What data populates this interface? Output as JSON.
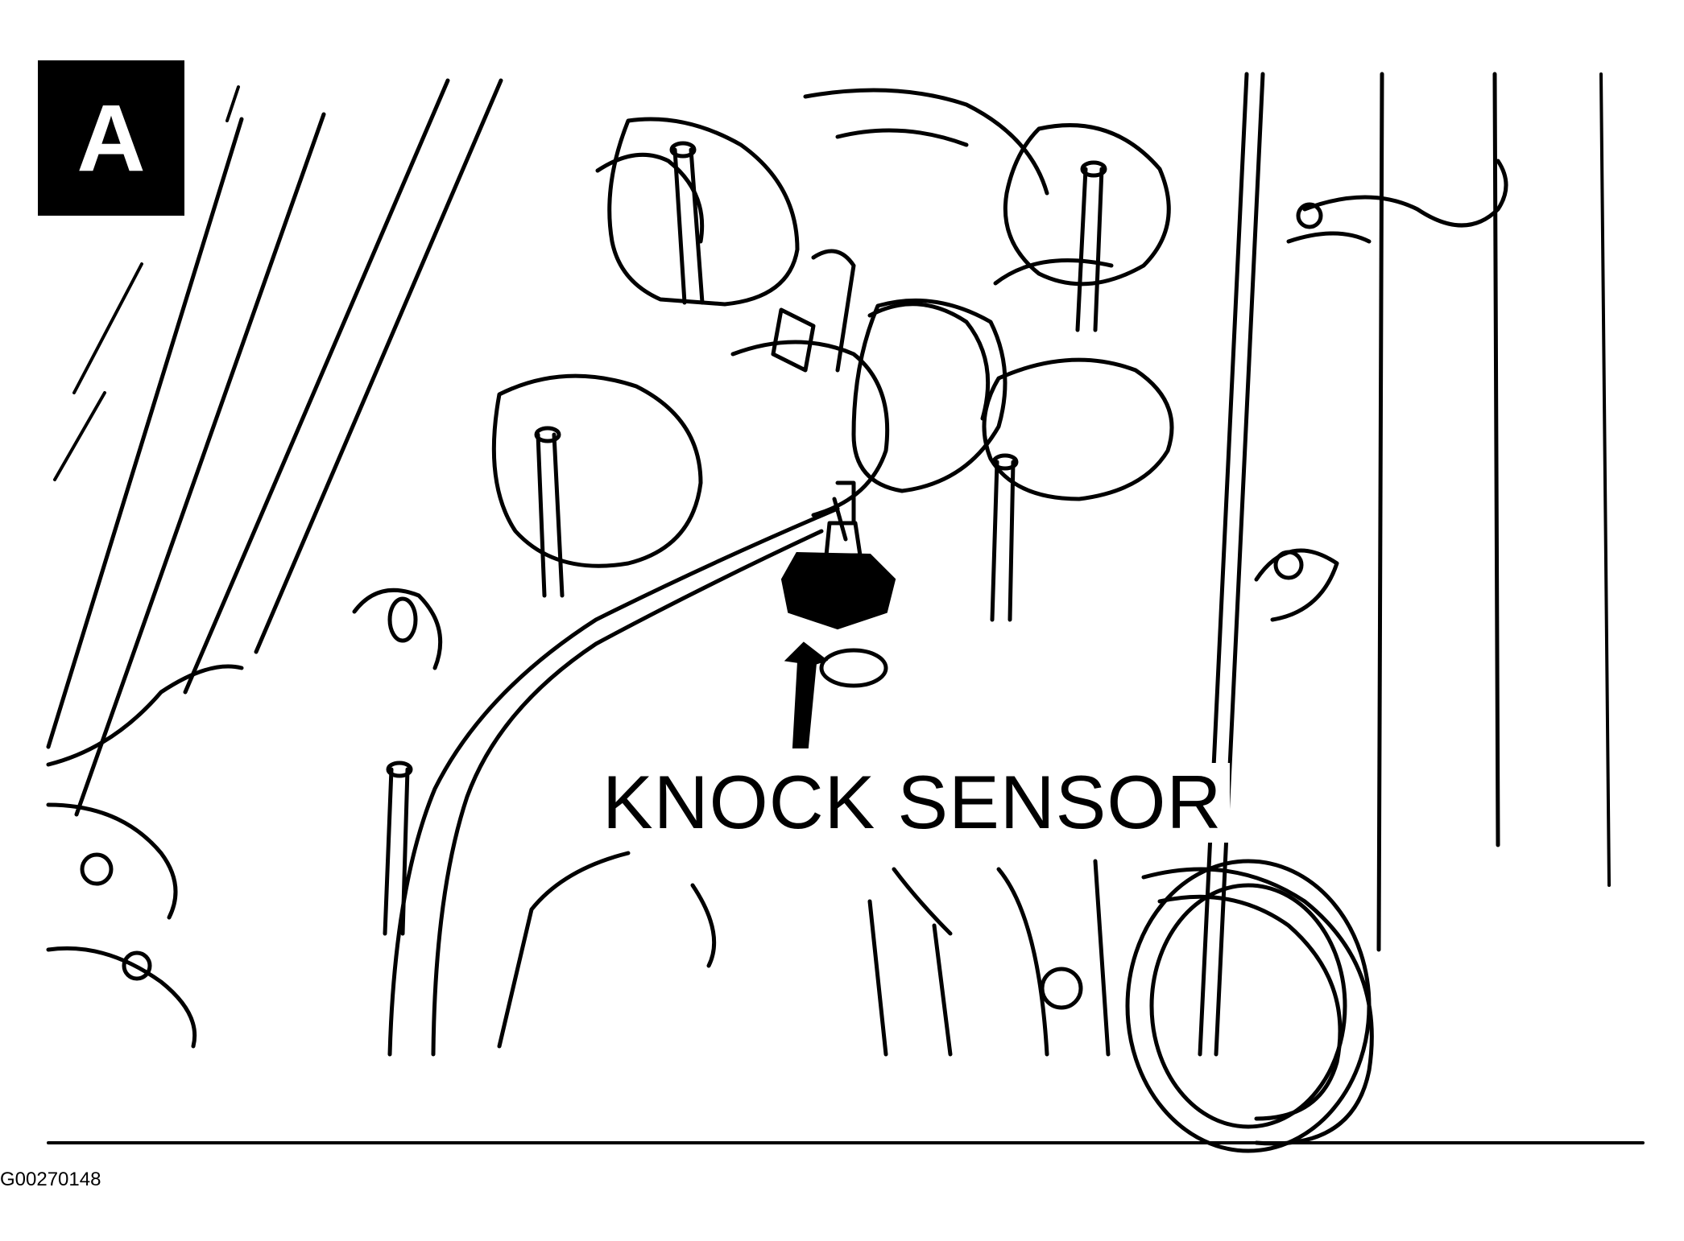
{
  "panel": {
    "label": "A"
  },
  "callout": {
    "label": "KNOCK SENSOR"
  },
  "figure": {
    "id": "G00270148"
  },
  "icons": {
    "engine": "engine-block-line-drawing",
    "sensor": "knock-sensor",
    "arrow": "pointer-arrow-up"
  }
}
